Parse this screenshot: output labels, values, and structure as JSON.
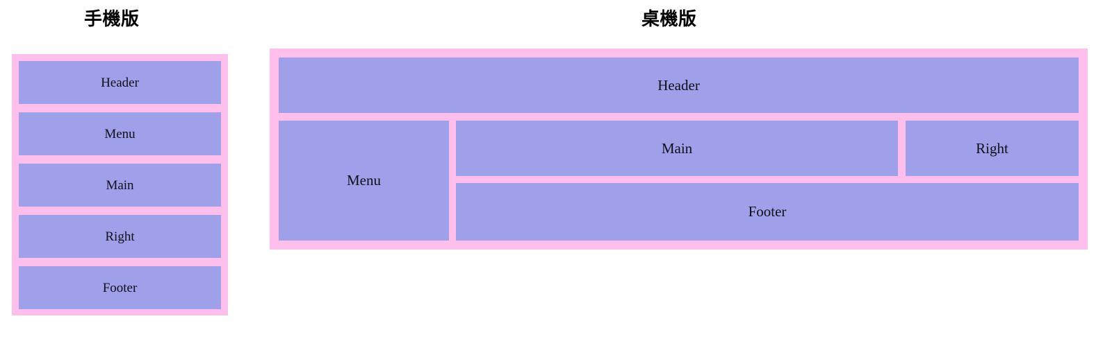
{
  "page": {
    "background_color": "#ffffff",
    "frame_color": "#ffbfec",
    "block_color": "#9f9fea",
    "text_color": "#111018"
  },
  "sections": [
    {
      "id": "mobile",
      "title": "手機版",
      "layout": "single-column-stack",
      "blocks": [
        {
          "key": "header",
          "label": "Header"
        },
        {
          "key": "menu",
          "label": "Menu"
        },
        {
          "key": "main",
          "label": "Main"
        },
        {
          "key": "right",
          "label": "Right"
        },
        {
          "key": "footer",
          "label": "Footer"
        }
      ]
    },
    {
      "id": "desktop",
      "title": "桌機版",
      "layout": "header-over-sidebar-main-right-footer",
      "blocks": [
        {
          "key": "header",
          "label": "Header"
        },
        {
          "key": "menu",
          "label": "Menu"
        },
        {
          "key": "main",
          "label": "Main"
        },
        {
          "key": "right",
          "label": "Right"
        },
        {
          "key": "footer",
          "label": "Footer"
        }
      ]
    }
  ]
}
